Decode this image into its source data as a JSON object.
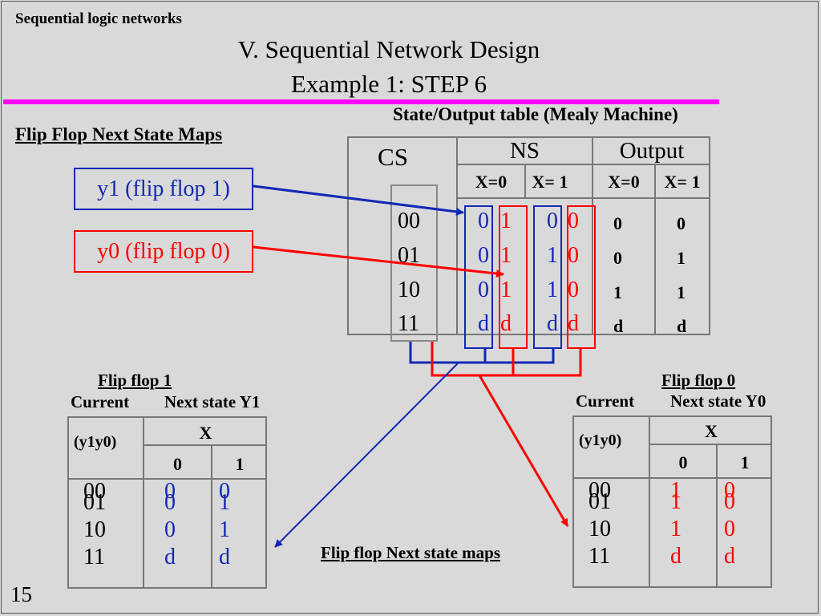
{
  "slide": {
    "course": "Sequential logic networks",
    "title_line1": "V. Sequential Network Design",
    "title_line2": "Example 1: STEP 6",
    "page_number": "15",
    "accent": "#ff00ff"
  },
  "left_panel": {
    "heading": "Flip Flop Next State Maps",
    "y1_label": "y1 (flip flop 1)",
    "y0_label": "y0 (flip flop 0)"
  },
  "state_table": {
    "caption": "State/Output table (Mealy Machine)",
    "cs_header": "CS",
    "ns_header": "NS",
    "output_header": "Output",
    "x0": "X=0",
    "x1": "X= 1",
    "rows": [
      {
        "cs": "00",
        "ns0_y1": "0",
        "ns0_y0": "1",
        "ns1_y1": "0",
        "ns1_y0": "0",
        "out0": "0",
        "out1": "0"
      },
      {
        "cs": "01",
        "ns0_y1": "0",
        "ns0_y0": "1",
        "ns1_y1": "1",
        "ns1_y0": "0",
        "out0": "0",
        "out1": "1"
      },
      {
        "cs": "10",
        "ns0_y1": "0",
        "ns0_y0": "1",
        "ns1_y1": "1",
        "ns1_y0": "0",
        "out0": "1",
        "out1": "1"
      },
      {
        "cs": "11",
        "ns0_y1": "d",
        "ns0_y0": "d",
        "ns1_y1": "d",
        "ns1_y0": "d",
        "out0": "d",
        "out1": "d"
      }
    ]
  },
  "ff1": {
    "title": "Flip flop 1",
    "current": "Current",
    "next": "Next state Y1",
    "state_var": "(y1y0)",
    "x": "X",
    "col0": "0",
    "col1": "1",
    "rows": [
      {
        "s": "00",
        "v0": "0",
        "v1": "0"
      },
      {
        "s": "01",
        "v0": "0",
        "v1": "1"
      },
      {
        "s": "10",
        "v0": "0",
        "v1": "1"
      },
      {
        "s": "11",
        "v0": "d",
        "v1": "d"
      }
    ]
  },
  "ff0": {
    "title": "Flip flop 0",
    "current": "Current",
    "next": "Next state Y0",
    "state_var": "(y1y0)",
    "x": "X",
    "col0": "0",
    "col1": "1",
    "rows": [
      {
        "s": "00",
        "v0": "1",
        "v1": "0"
      },
      {
        "s": "01",
        "v0": "1",
        "v1": "0"
      },
      {
        "s": "10",
        "v0": "1",
        "v1": "0"
      },
      {
        "s": "11",
        "v0": "d",
        "v1": "d"
      }
    ]
  },
  "maps_caption": "Flip flop Next state maps",
  "colors": {
    "blue": "#1228b5",
    "red": "#ff0000",
    "grid": "#777777"
  }
}
